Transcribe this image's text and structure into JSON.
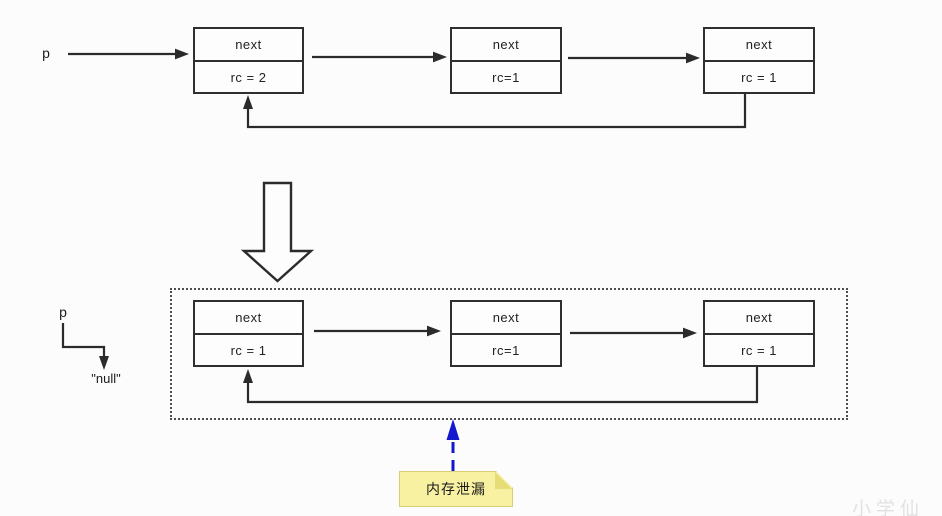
{
  "top_diagram": {
    "pointer": "p",
    "nodes": [
      {
        "field": "next",
        "rc": "rc = 2"
      },
      {
        "field": "next",
        "rc": "rc=1"
      },
      {
        "field": "next",
        "rc": "rc = 1"
      }
    ]
  },
  "bottom_diagram": {
    "pointer": "p",
    "null_value": "\"null\"",
    "nodes": [
      {
        "field": "next",
        "rc": "rc = 1"
      },
      {
        "field": "next",
        "rc": "rc=1"
      },
      {
        "field": "next",
        "rc": "rc = 1"
      }
    ]
  },
  "annotation": {
    "text": "内存泄漏"
  },
  "watermark": {
    "text": "小学仙"
  },
  "colors": {
    "background": "#fcfcfc",
    "line": "#2b2b2b",
    "node_border": "#2f2f2f",
    "dotted_border": "#4d4d4d",
    "note_bg": "#f7f1a1",
    "note_fold": "#e7dd78",
    "blue_arrow": "#1318cf"
  }
}
